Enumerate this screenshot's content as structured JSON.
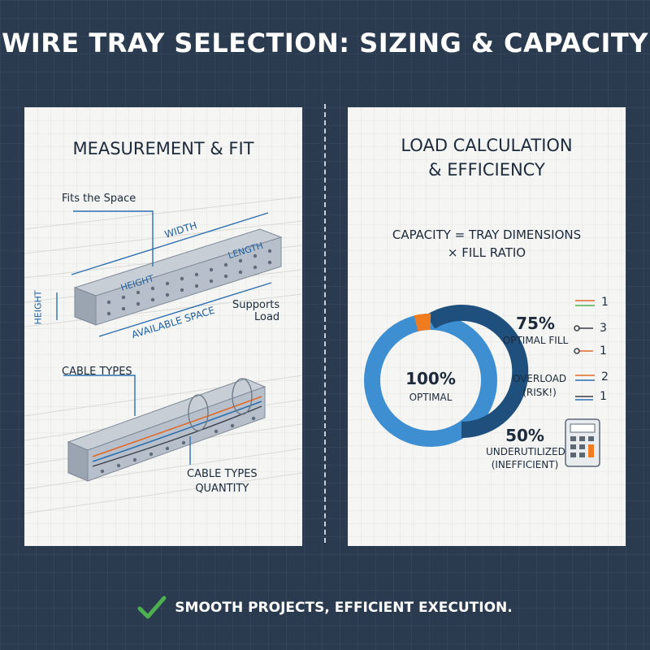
{
  "title": "WIRE TRAY SELECTION: SIZING & CAPACITY",
  "left_panel": {
    "title": "MEASUREMENT & FIT",
    "fits_space": "Fits the Space",
    "width": "WIDTH",
    "height": "HEIGHT",
    "depth": "HEIGHT",
    "length": "LENGTH",
    "available_space": "AVAILABLE SPACE",
    "supports_load_1": "Supports",
    "supports_load_2": "Load",
    "cable_types": "CABLE TYPES",
    "cable_types_quantity_1": "CABLE TYPES",
    "cable_types_quantity_2": "QUANTITY"
  },
  "right_panel": {
    "title_line1": "LOAD CALCULATION",
    "title_line2": "& EFFICIENCY",
    "formula_line1": "CAPACITY = TRAY DIMENSIONS",
    "formula_line2": "× FILL RATIO",
    "center_value": "100%",
    "center_label": "OPTIMAL",
    "optimal_fill_value": "75%",
    "optimal_fill_label": "OPTIMAL FILL",
    "overload_line1": "OVERLOAD",
    "overload_line2": "(RISK!)",
    "under_value": "50%",
    "under_line1": "UNDERUTILIZED",
    "under_line2": "(INEFFICIENT)",
    "cable_counts": [
      "1",
      "3",
      "1",
      "2",
      "1"
    ],
    "colors": {
      "ring_dark": "#1e4f7d",
      "ring_light": "#3d8fd1",
      "ring_accent": "#f07c22"
    }
  },
  "footer": {
    "text": "SMOOTH PROJECTS, EFFICIENT EXECUTION.",
    "check_color": "#4caf50"
  }
}
